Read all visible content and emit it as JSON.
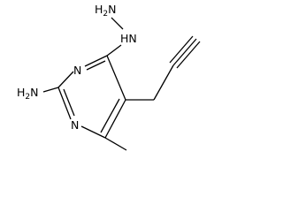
{
  "structure": {
    "labels": {
      "hydrazine_terminal": "H",
      "hydrazine_terminal_sub": "2",
      "hydrazine_terminal_tail": "N",
      "hydrazine_inner": "HN",
      "ring_n3": "N",
      "ring_n1": "N",
      "amine": "H",
      "amine_sub": "2",
      "amine_tail": "N"
    }
  },
  "colors": {
    "bond": "#000000",
    "text": "#000000",
    "background": "#ffffff"
  }
}
